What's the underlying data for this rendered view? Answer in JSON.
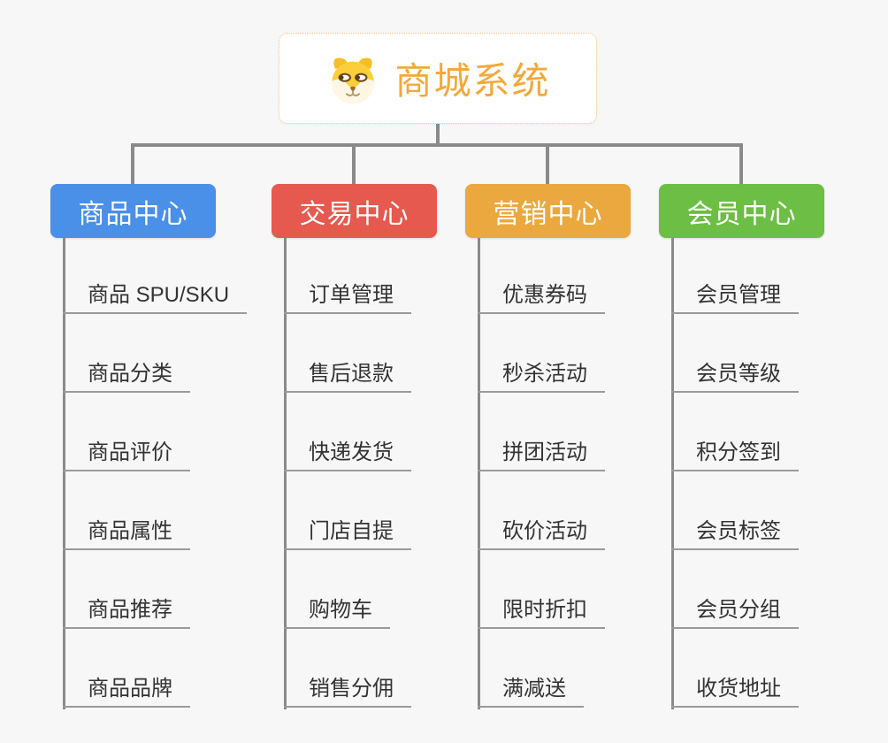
{
  "root": {
    "title": "商城系统",
    "icon": "dog-face-icon"
  },
  "branches": [
    {
      "label": "商品中心",
      "color": "#4a8fe8",
      "children": [
        "商品 SPU/SKU",
        "商品分类",
        "商品评价",
        "商品属性",
        "商品推荐",
        "商品品牌"
      ]
    },
    {
      "label": "交易中心",
      "color": "#e5594f",
      "children": [
        "订单管理",
        "售后退款",
        "快递发货",
        "门店自提",
        "购物车",
        "销售分佣"
      ]
    },
    {
      "label": "营销中心",
      "color": "#eaa83e",
      "children": [
        "优惠券码",
        "秒杀活动",
        "拼团活动",
        "砍价活动",
        "限时折扣",
        "满减送"
      ]
    },
    {
      "label": "会员中心",
      "color": "#6cbe44",
      "children": [
        "会员管理",
        "会员等级",
        "积分签到",
        "会员标签",
        "会员分组",
        "收货地址"
      ]
    }
  ],
  "colors": {
    "background": "#f7f7f7",
    "connector_line": "#8a8a8a",
    "child_underline": "#9a9a9a",
    "root_text": "#f2a93b",
    "root_border": "#f2c183",
    "child_text": "#333333"
  }
}
